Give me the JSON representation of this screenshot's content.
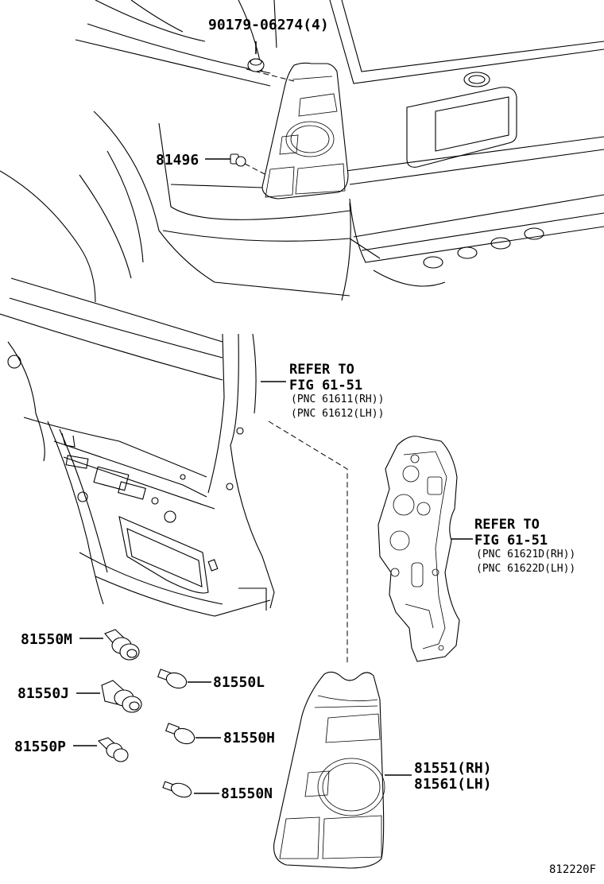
{
  "parts": {
    "clip_90179": "90179-06274(4)",
    "screw_81496": "81496",
    "socket_81550M": "81550M",
    "socket_81550J": "81550J",
    "socket_81550P": "81550P",
    "bulb_81550L": "81550L",
    "bulb_81550H": "81550H",
    "bulb_81550N": "81550N",
    "lamp_rh": "81551(RH)",
    "lamp_lh": "81561(LH)"
  },
  "refs": {
    "upper": {
      "line1": "REFER TO",
      "line2": "FIG 61-51",
      "pnc1": "(PNC 61611(RH))",
      "pnc2": "(PNC 61612(LH))"
    },
    "right": {
      "line1": "REFER TO",
      "line2": "FIG 61-51",
      "pnc1": "(PNC 61621D(RH))",
      "pnc2": "(PNC 61622D(LH))"
    }
  },
  "figure_code": "812220F"
}
